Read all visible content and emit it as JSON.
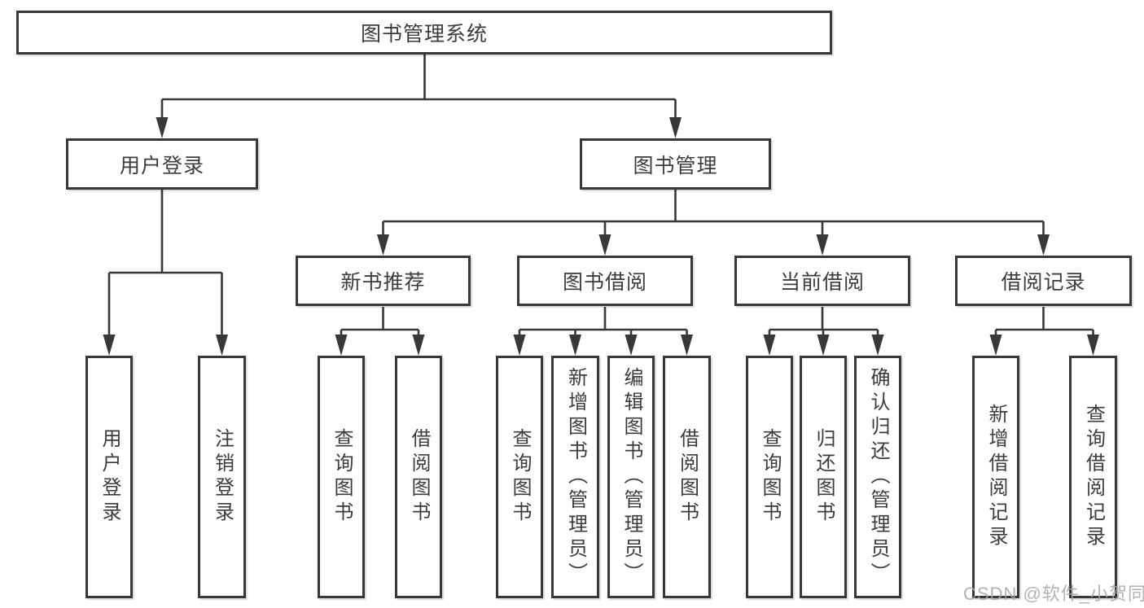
{
  "diagram_type": "tree",
  "watermark": "CSDN @软件_小贺同学",
  "colors": {
    "line": "#383838",
    "border": "#383838",
    "text": "#3c3c3c",
    "background": "#ffffff",
    "watermark": "#a6a6a6"
  },
  "nodes": {
    "root": "图书管理系统",
    "level2": [
      "用户登录",
      "图书管理"
    ],
    "level3": [
      "新书推荐",
      "图书借阅",
      "当前借阅",
      "借阅记录"
    ],
    "leaves": [
      "用户登录",
      "注销登录",
      "查询图书",
      "借阅图书",
      "查询图书",
      "新增图书（管理员）",
      "编辑图书（管理员）",
      "借阅图书",
      "查询图书",
      "归还图书",
      "确认归还（管理员）",
      "新增借阅记录",
      "查询借阅记录"
    ]
  },
  "structure": {
    "图书管理系统": [
      "用户登录",
      "图书管理"
    ],
    "用户登录": [
      "用户登录",
      "注销登录"
    ],
    "图书管理": [
      "新书推荐",
      "图书借阅",
      "当前借阅",
      "借阅记录"
    ],
    "新书推荐": [
      "查询图书",
      "借阅图书"
    ],
    "图书借阅": [
      "查询图书",
      "新增图书（管理员）",
      "编辑图书（管理员）",
      "借阅图书"
    ],
    "当前借阅": [
      "查询图书",
      "归还图书",
      "确认归还（管理员）"
    ],
    "借阅记录": [
      "新增借阅记录",
      "查询借阅记录"
    ]
  }
}
